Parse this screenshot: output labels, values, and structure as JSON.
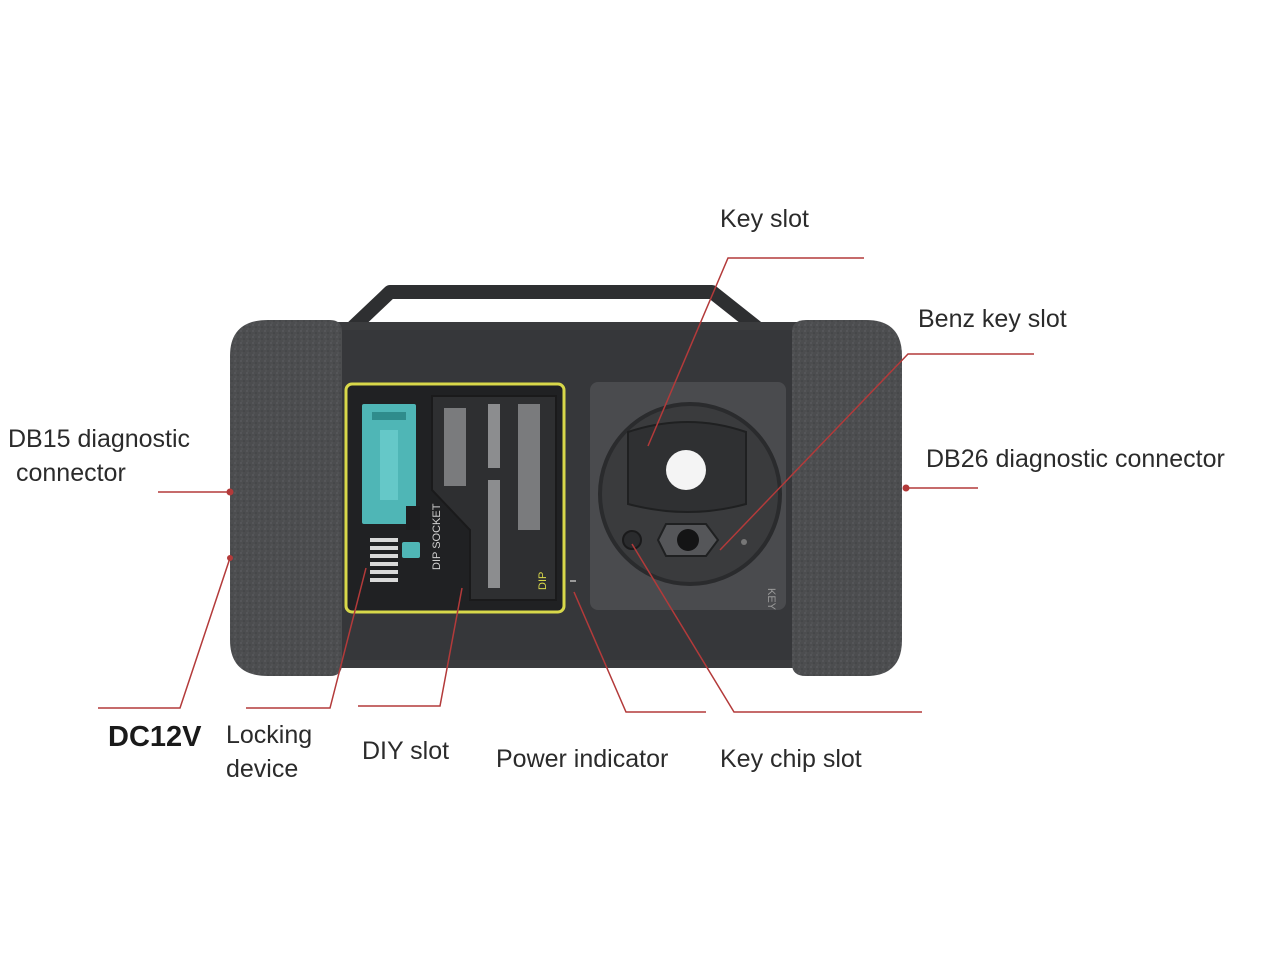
{
  "labels": {
    "key_slot": "Key slot",
    "benz_key_slot": "Benz key slot",
    "db15": [
      "DB15 diagnostic",
      "connector"
    ],
    "db26": "DB26 diagnostic connector",
    "dc12v": "DC12V",
    "locking_device": [
      "Locking",
      "device"
    ],
    "diy_slot": "DIY slot",
    "power_indicator": "Power indicator",
    "key_chip_slot": "Key chip slot"
  },
  "device_text": {
    "socket_label": "DIP SOCKET",
    "dip_tag": "DIP",
    "key_tag": "KEY"
  },
  "colors": {
    "leader_line": "#b33a3a",
    "panel_frame": "#d8d84a",
    "body": "#3a3b3d",
    "rubber": "#4e4f51",
    "socket": "#4fb6b6"
  }
}
